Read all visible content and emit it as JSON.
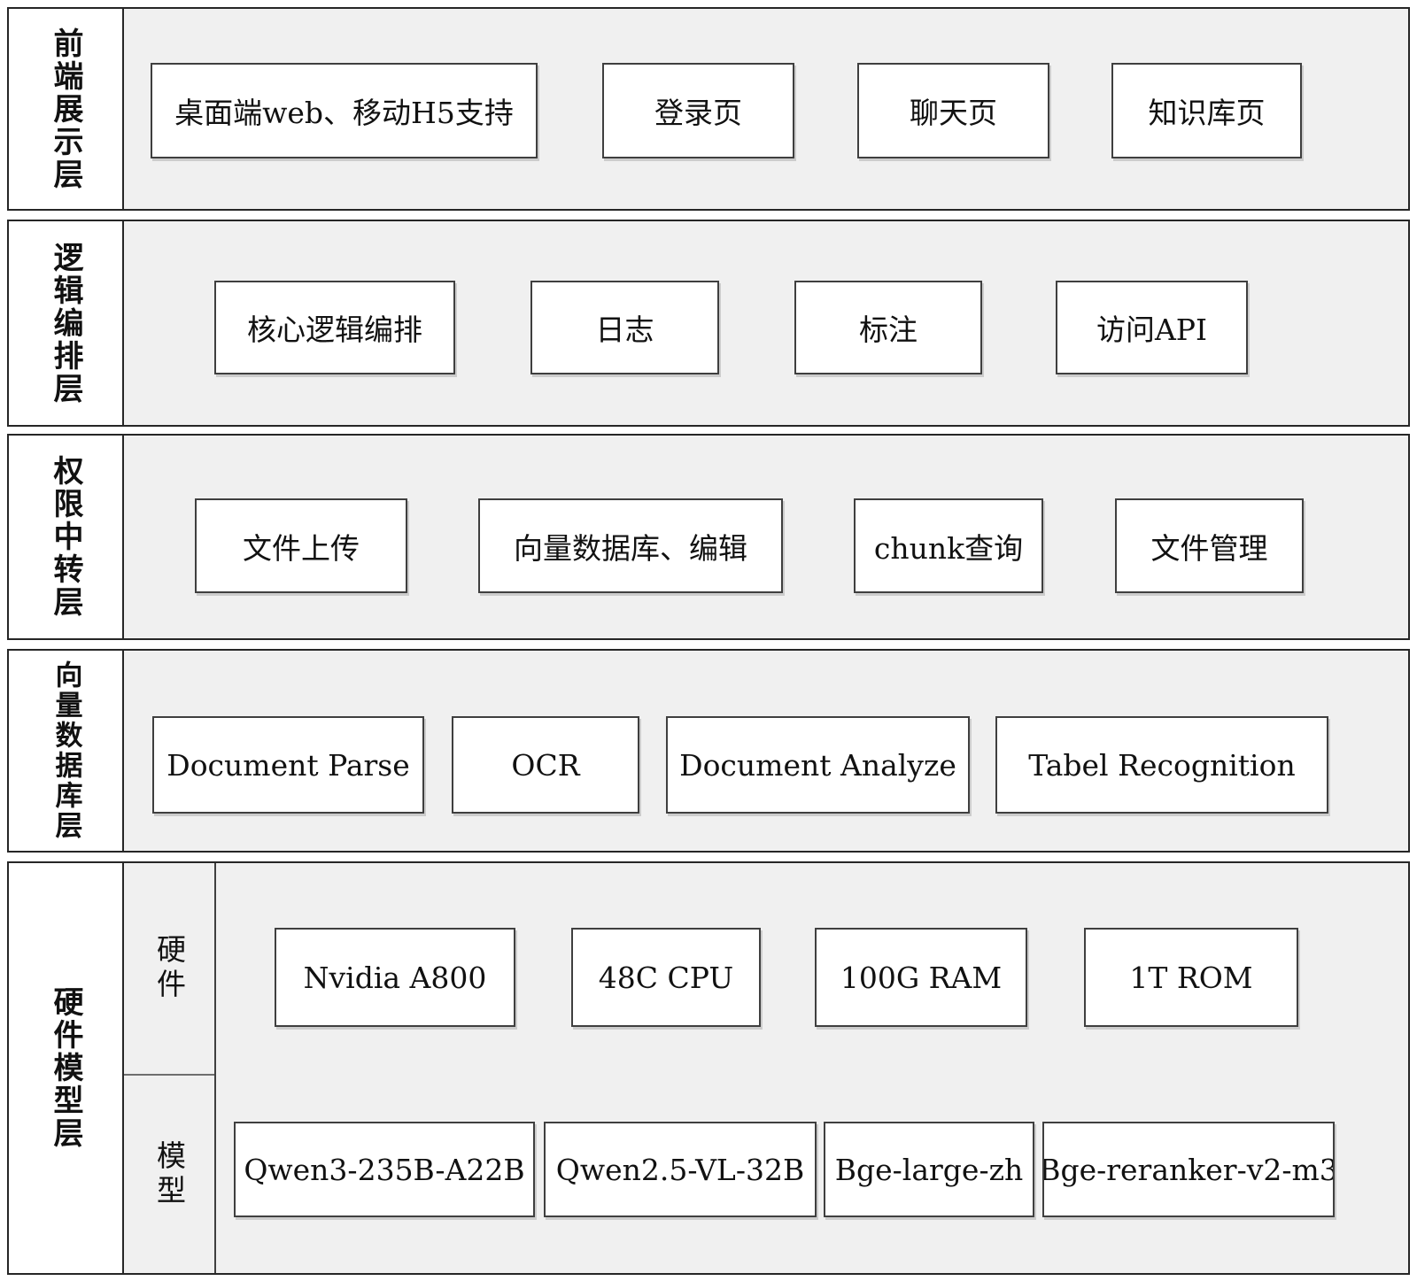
{
  "colors": {
    "content_bg": "#f0f0f0",
    "cell_bg": "#ffffff",
    "frame_border": "#262626",
    "box_border": "#3f3f3f",
    "sub_divider": "#6e6e6e",
    "text": "#111111"
  },
  "layers": [
    {
      "label": "前端展示层",
      "boxes": [
        "桌面端web、移动H5支持",
        "登录页",
        "聊天页",
        "知识库页"
      ]
    },
    {
      "label": "逻辑编排层",
      "boxes": [
        "核心逻辑编排",
        "日志",
        "标注",
        "访问API"
      ]
    },
    {
      "label": "权限中转层",
      "boxes": [
        "文件上传",
        "向量数据库、编辑",
        "chunk查询",
        "文件管理"
      ]
    },
    {
      "label": "向量数据库层",
      "boxes": [
        "Document Parse",
        "OCR",
        "Document Analyze",
        "Tabel Recognition"
      ]
    },
    {
      "label": "硬件模型层",
      "sub_rows": [
        {
          "label": "硬件",
          "boxes": [
            "Nvidia A800",
            "48C CPU",
            "100G RAM",
            "1T ROM"
          ]
        },
        {
          "label": "模型",
          "boxes": [
            "Qwen3-235B-A22B",
            "Qwen2.5-VL-32B",
            "Bge-large-zh",
            "Bge-reranker-v2-m3"
          ]
        }
      ]
    }
  ]
}
